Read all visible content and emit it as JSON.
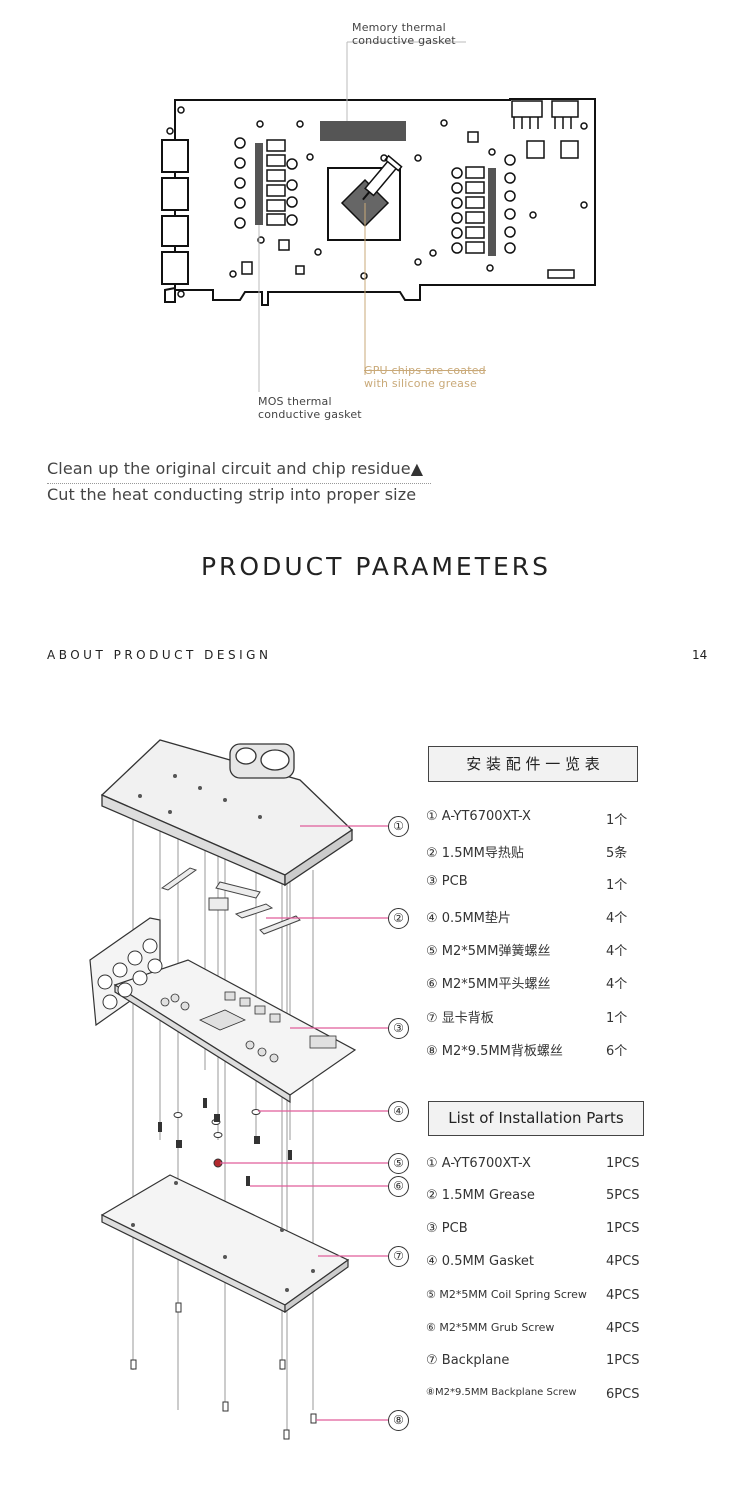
{
  "diagram": {
    "memory_label": [
      "Memory thermal",
      "conductive gasket"
    ],
    "gpu_label": [
      "GPU chips are coated",
      "with silicone grease"
    ],
    "mos_label": [
      "MOS thermal",
      "conductive gasket"
    ]
  },
  "notes": {
    "line1": "Clean up the original circuit and chip residue",
    "line1_marker": "▲",
    "line2": "Cut the heat conducting strip into proper size"
  },
  "section": {
    "title": "PRODUCT PARAMETERS",
    "about": "ABOUT PRODUCT DESIGN",
    "page_number": "14"
  },
  "callouts": [
    "①",
    "②",
    "③",
    "④",
    "⑤",
    "⑥",
    "⑦",
    "⑧"
  ],
  "cn_list": {
    "title": "安 装 配 件 一 览 表",
    "items": [
      {
        "name": "① A-YT6700XT-X",
        "qty": "1个"
      },
      {
        "name": "② 1.5MM导热贴",
        "qty": "5条"
      },
      {
        "name": "③ PCB",
        "qty": "1个"
      },
      {
        "name": "④ 0.5MM垫片",
        "qty": "4个"
      },
      {
        "name": "⑤ M2*5MM弹簧螺丝",
        "qty": "4个"
      },
      {
        "name": "⑥ M2*5MM平头螺丝",
        "qty": "4个"
      },
      {
        "name": "⑦ 显卡背板",
        "qty": "1个"
      },
      {
        "name": "⑧ M2*9.5MM背板螺丝",
        "qty": "6个"
      }
    ]
  },
  "en_list": {
    "title": "List of Installation Parts",
    "items": [
      {
        "name": "① A-YT6700XT-X",
        "qty": "1PCS"
      },
      {
        "name": "② 1.5MM Grease",
        "qty": "5PCS"
      },
      {
        "name": "③ PCB",
        "qty": "1PCS"
      },
      {
        "name": "④ 0.5MM Gasket",
        "qty": "4PCS"
      },
      {
        "name": "⑤ M2*5MM Coil Spring Screw",
        "qty": "4PCS"
      },
      {
        "name": "⑥ M2*5MM Grub Screw",
        "qty": "4PCS"
      },
      {
        "name": "⑦ Backplane",
        "qty": "1PCS"
      },
      {
        "name": "⑧M2*9.5MM Backplane Screw",
        "qty": "6PCS"
      }
    ]
  }
}
